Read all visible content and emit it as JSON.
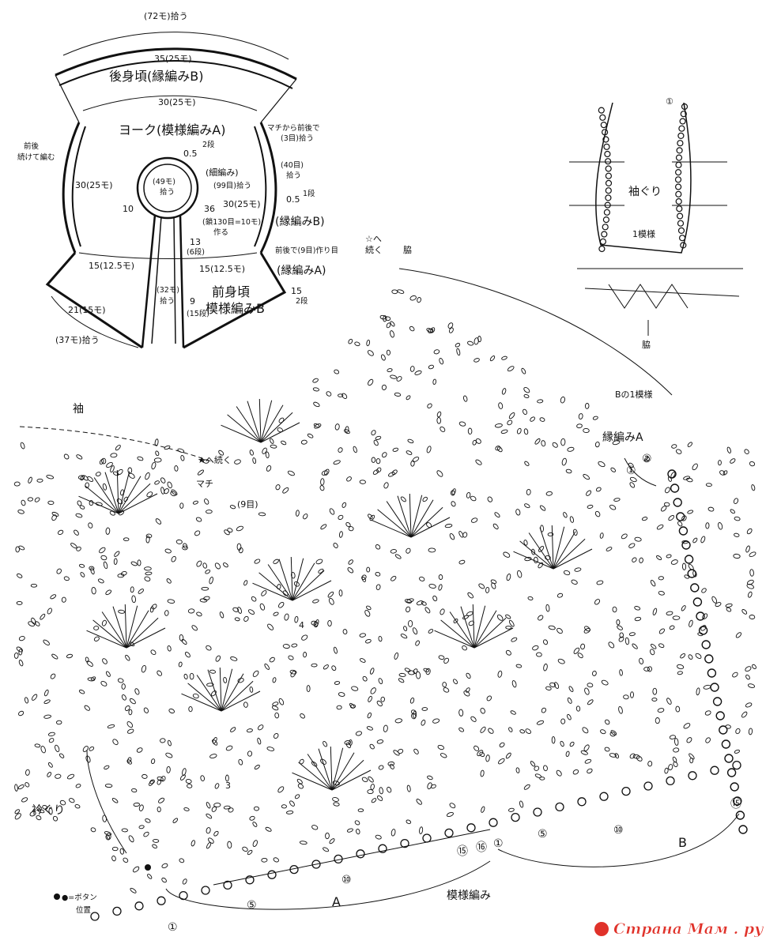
{
  "schematic": {
    "top_count": "(72モ)拾う",
    "back_top": "35(25モ)",
    "back_title": "後身頃(縁編みB)",
    "yoke_top": "30(25モ)",
    "yoke_title": "ヨーク(模様編みA)",
    "left_note_1": "前後",
    "left_note_2": "続けて編む",
    "left_side": "30(25モ)",
    "right_note_1": "マチから前後で",
    "right_note_2": "(3目)拾う",
    "row_05": "0.5",
    "row_05_b": "2段",
    "row_05_right": "0.5",
    "row_05_right_b": "1段",
    "neck_stitches": "(49モ)",
    "neck_pick": "拾う",
    "fine": "(細編み)",
    "fine_pick": "(99目)拾う",
    "right_40": "(40目)",
    "right_40_b": "拾う",
    "right_side": "30(25モ)",
    "right_edge_b": "(縁編みB)",
    "left_10": "10",
    "num_36": "36",
    "chain_note": "(鎖130目=10モ)",
    "chain_make": "作る",
    "front_gap": "13",
    "front_gap_b": "(6段)",
    "left_15": "15(12.5モ)",
    "right_15": "15(12.5モ)",
    "back_front_note": "前後で(9目)作り目",
    "edge_a": "(縁編みA)",
    "row_15": "15",
    "row_15_b": "2段",
    "front_pick_32": "(32モ)",
    "front_pick_32_b": "拾う",
    "front_title": "前身頃",
    "front_pattern": "模様編みB",
    "front_9": "9",
    "front_9_b": "(15段)",
    "bottom_21": "21(15モ)",
    "bottom_37": "(37モ)拾う"
  },
  "armhole": {
    "title": "袖ぐり",
    "one_repeat": "1模様",
    "side": "脇",
    "row_marker": "①"
  },
  "chart": {
    "continue_star_open": "☆へ",
    "continue_star_open_b": "続く",
    "side_label": "脇",
    "b_one_repeat": "Bの1模様",
    "edge_a_title": "縁編みA",
    "edge_a_row1": "①",
    "edge_a_row2": "②",
    "sleeve": "袖",
    "continue_star": "★へ続く",
    "gusset": "マチ",
    "gusset_count": "(9目)",
    "neckline": "衿ぐり",
    "button_note_1": "●=ボタン",
    "button_note_2": "位置",
    "pattern_title": "模様編み",
    "label_a": "A",
    "label_b": "B",
    "row_marks_a": [
      "①",
      "⑤",
      "⑩",
      "⑮",
      "⑯"
    ],
    "row_marks_b": [
      "①",
      "⑤",
      "⑩",
      "⑮"
    ],
    "stitch_count_3": "3",
    "stitch_count_4": "4"
  },
  "watermark": "Страна Мам . ру",
  "colors": {
    "ink": "#111111",
    "paper": "#ffffff",
    "watermark_red": "#e0322a"
  }
}
